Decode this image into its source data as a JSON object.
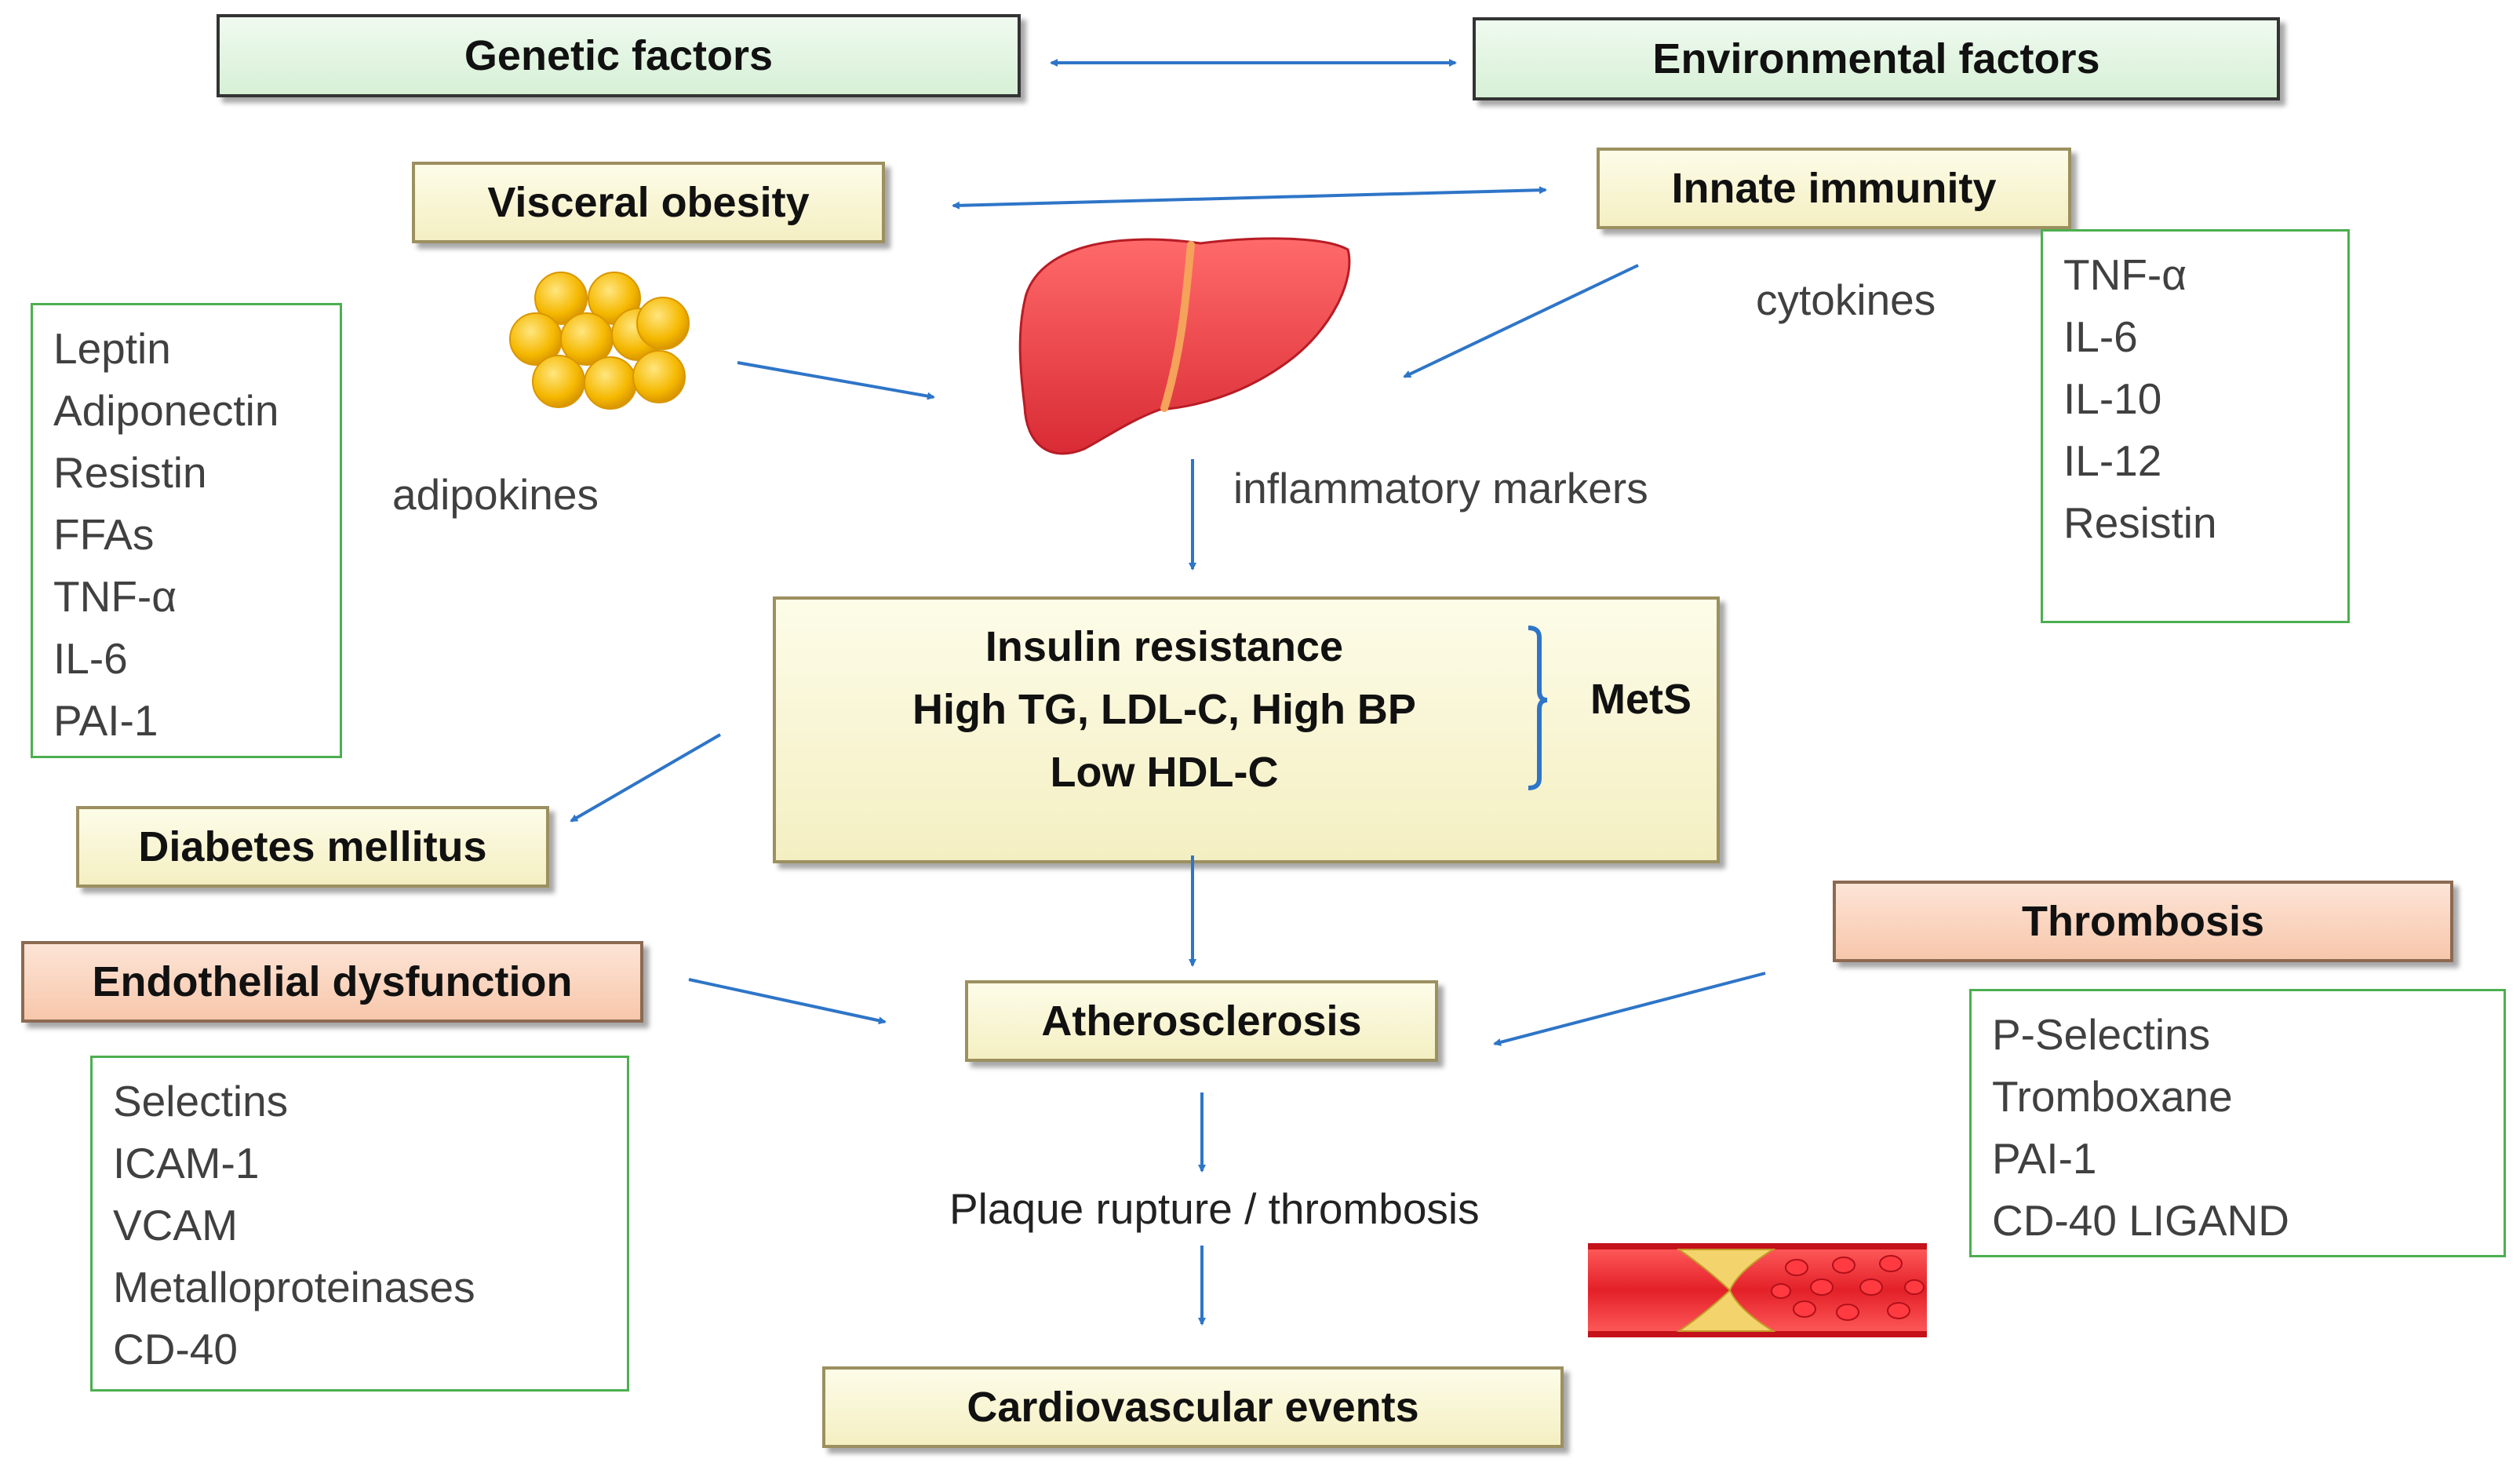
{
  "nodes": {
    "genetic_factors": "Genetic factors",
    "environmental_factors": "Environmental factors",
    "visceral_obesity": "Visceral obesity",
    "innate_immunity": "Innate immunity",
    "diabetes_mellitus": "Diabetes mellitus",
    "endothelial_dysfunction": "Endothelial dysfunction",
    "thrombosis": "Thrombosis",
    "atherosclerosis": "Atherosclerosis",
    "cardiovascular_events": "Cardiovascular events"
  },
  "mets_box": {
    "lines": [
      "Insulin resistance",
      "High TG, LDL-C, High BP",
      "Low HDL-C"
    ],
    "label": "MetS"
  },
  "labels": {
    "adipokines": "adipokines",
    "cytokines": "cytokines",
    "inflammatory_markers": "inflammatory markers",
    "plaque_rupture": "Plaque rupture / thrombosis"
  },
  "lists": {
    "adipokines": [
      "Leptin",
      "Adiponectin",
      "Resistin",
      "FFAs",
      "TNF-α",
      "IL-6",
      "PAI-1"
    ],
    "cytokines": [
      "TNF-α",
      "IL-6",
      "IL-10",
      "IL-12",
      "Resistin"
    ],
    "endothelial": [
      "Selectins",
      "ICAM-1",
      "VCAM",
      "Metalloproteinases",
      "CD-40"
    ],
    "thrombosis": [
      "P-Selectins",
      "Tromboxane",
      "PAI-1",
      "CD-40 LIGAND"
    ]
  },
  "colors": {
    "arrow": "#2e75c8",
    "list_border": "#4caf50",
    "liver": "#e8363f",
    "fat": "#f5b800",
    "vessel": "#e32028"
  }
}
